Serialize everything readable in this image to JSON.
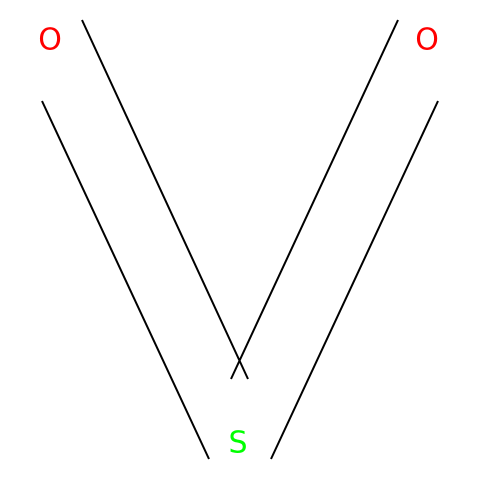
{
  "molecule": {
    "atoms": [
      {
        "id": "O1",
        "symbol": "O",
        "color": "#ff0000"
      },
      {
        "id": "O2",
        "symbol": "O",
        "color": "#ff0000"
      },
      {
        "id": "S",
        "symbol": "S",
        "color": "#00ff00"
      }
    ],
    "bonds": [
      {
        "from": "S",
        "to": "O1",
        "order": 2
      },
      {
        "from": "S",
        "to": "O2",
        "order": 2
      }
    ],
    "bond_color": "#000000",
    "background": "#ffffff"
  }
}
